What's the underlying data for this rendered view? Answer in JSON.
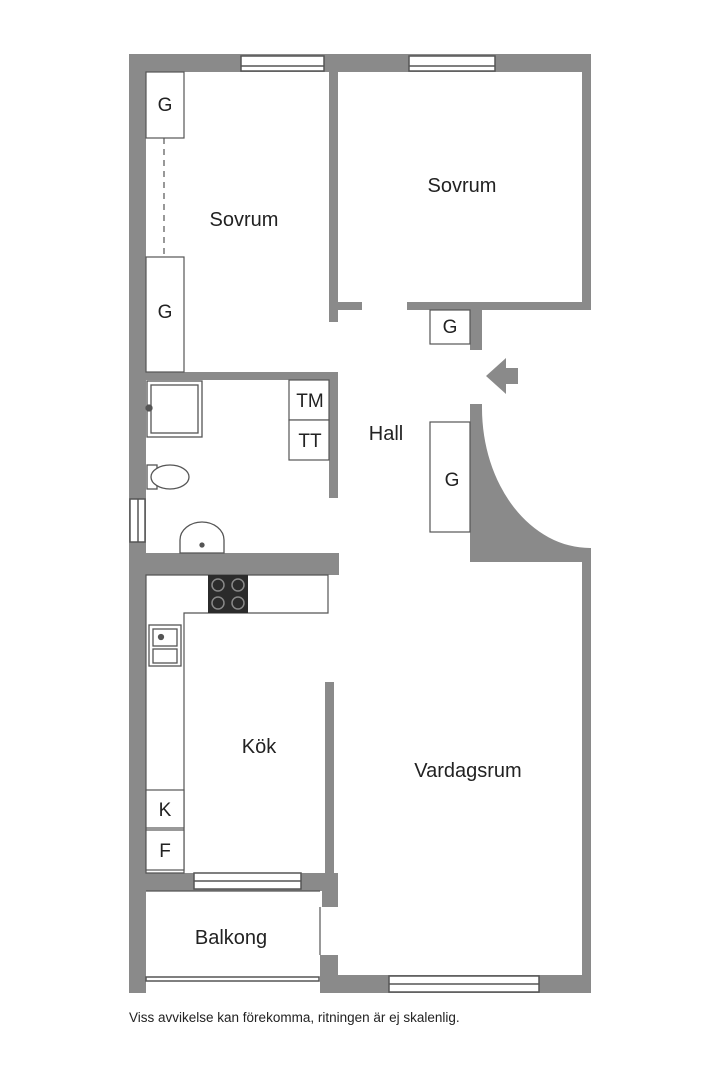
{
  "rooms": {
    "bedroom_1": "Sovrum",
    "bedroom_2": "Sovrum",
    "hall": "Hall",
    "kitchen": "Kök",
    "living_room": "Vardagsrum",
    "balcony": "Balkong"
  },
  "fixtures": {
    "wardrobe_g": "G",
    "washing_machine": "TM",
    "tumble_dryer": "TT",
    "fridge": "K",
    "freezer": "F"
  },
  "disclaimer": "Viss avvikelse kan förekomma, ritningen är ej skalenlig.",
  "colors": {
    "wall": "#8a8a8a",
    "line": "#555555",
    "background": "#ffffff"
  },
  "icons": {
    "entrance": "entrance-arrow-icon"
  }
}
